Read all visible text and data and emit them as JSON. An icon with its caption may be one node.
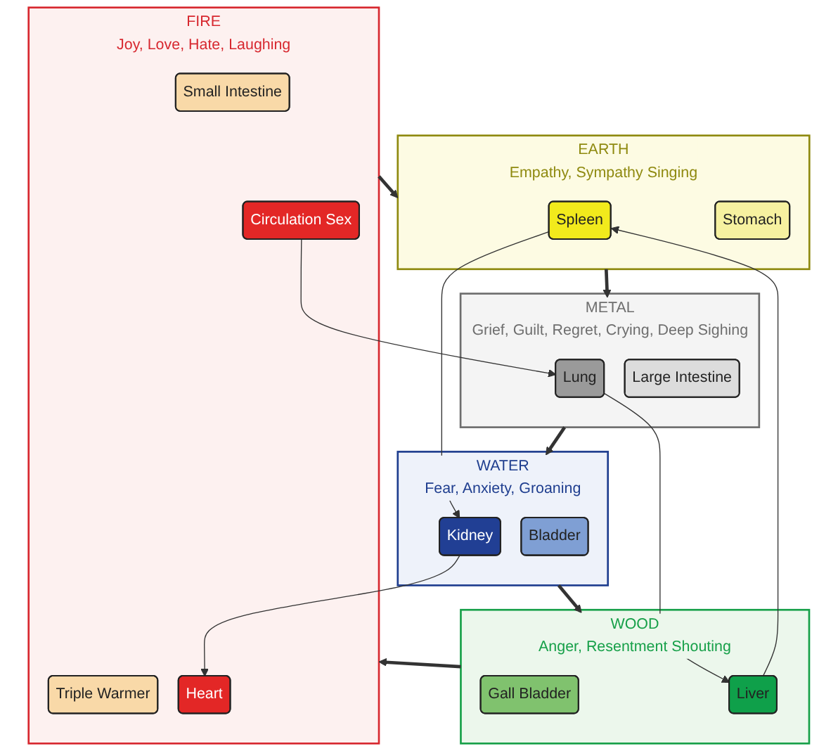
{
  "diagram": {
    "nodes": [
      {
        "text": [
          "FIRE",
          "Joy, Love, Hate, Laughing"
        ]
      },
      {
        "text": [
          "Small Intestine"
        ],
        "in": 0
      },
      {
        "text": [
          "Triple Warmer"
        ],
        "in": 0
      },
      {
        "text": [
          "Heart"
        ],
        "in": 0
      },
      {
        "text": [
          "Circulation Sex"
        ],
        "in": 0
      },
      {
        "text": [
          "EARTH",
          "Empathy, Sympathy Singing"
        ]
      },
      {
        "text": [
          "Spleen"
        ],
        "in": 5
      },
      {
        "text": [
          "Stomach"
        ],
        "in": 5
      },
      {
        "text": [
          "METAL",
          "Grief, Guilt, Regret, Crying, Deep Sighing"
        ]
      },
      {
        "text": [
          "Lung"
        ],
        "in": 8
      },
      {
        "text": [
          "Large Intestine"
        ],
        "in": 8
      },
      {
        "text": [
          "WATER",
          "Fear, Anxiety, Groaning"
        ]
      },
      {
        "text": [
          "Kidney"
        ],
        "in": 11
      },
      {
        "text": [
          "Bladder"
        ],
        "in": 11
      },
      {
        "text": [
          "WOOD",
          "Anger, Resentment Shouting"
        ]
      },
      {
        "text": [
          "Gall Bladder"
        ],
        "in": 14
      },
      {
        "text": [
          "Liver"
        ],
        "in": 14
      }
    ],
    "edges": [
      {
        "from": 0,
        "to": 5,
        "arrow": "to",
        "style": "thick"
      },
      {
        "from": 5,
        "to": 8,
        "arrow": "to",
        "style": "thick"
      },
      {
        "from": 8,
        "to": 11,
        "arrow": "to",
        "style": "thick"
      },
      {
        "from": 11,
        "to": 14,
        "arrow": "to",
        "style": "thick"
      },
      {
        "from": 14,
        "to": 0,
        "arrow": "to",
        "style": "thick"
      },
      {
        "from": 4,
        "to": 9,
        "arrow": "to"
      },
      {
        "from": 9,
        "to": 16,
        "arrow": "to"
      },
      {
        "from": 16,
        "to": 6,
        "arrow": "to"
      },
      {
        "from": 6,
        "to": 12,
        "arrow": "to"
      },
      {
        "from": 12,
        "to": 3,
        "arrow": "to"
      }
    ]
  }
}
